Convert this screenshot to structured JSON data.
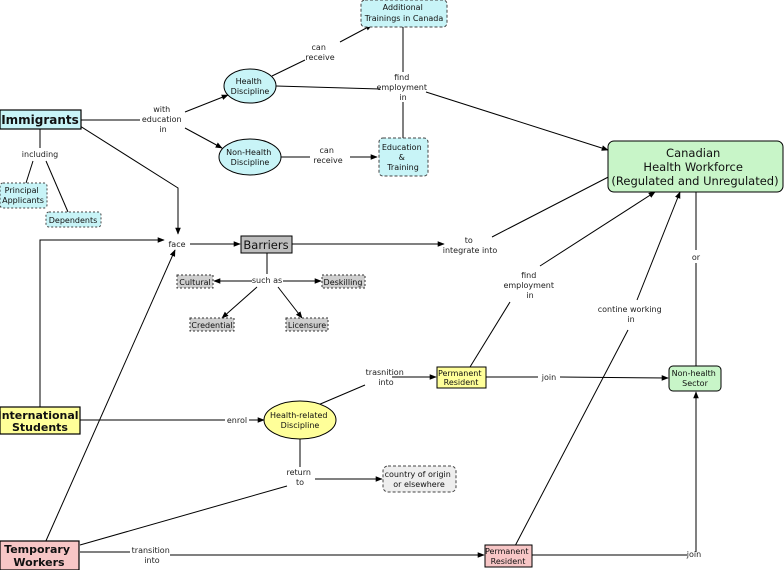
{
  "colors": {
    "cyan": "#c8f4f7",
    "green": "#c8f5c8",
    "yellow": "#ffff99",
    "pink": "#f7c6c6",
    "gray": "#bdbdbd",
    "lightgray": "#eeeeee"
  },
  "nodes": {
    "immigrants": "Immigrants",
    "including": "including",
    "principal_applicants": [
      "Principal",
      "Applicants"
    ],
    "dependents": "Dependents",
    "health_discipline": [
      "Health",
      "Discipline"
    ],
    "non_health_discipline": [
      "Non-Health",
      "Discipline"
    ],
    "additional_trainings": [
      "Additional",
      "Trainings in Canada"
    ],
    "education_training": [
      "Education",
      "&",
      "Training"
    ],
    "canadian_workforce": [
      "Canadian",
      "Health Workforce",
      "(Regulated and Unregulated)"
    ],
    "barriers": "Barriers",
    "cultural": "Cultural",
    "deskilling": "Deskilling",
    "credential": "Credential",
    "licensure": "Licensure",
    "international_students": [
      "International",
      "Students"
    ],
    "health_related_discipline": [
      "Health-related",
      "Discipline"
    ],
    "permanent_resident_top": [
      "Permanent",
      "Resident"
    ],
    "non_health_sector": [
      "Non-health",
      "Sector"
    ],
    "country_of_origin": [
      "country of origin",
      "or elsewhere"
    ],
    "temporary_workers": [
      "Temporary",
      "Workers"
    ],
    "permanent_resident_bottom": [
      "Permanent",
      "Resident"
    ]
  },
  "edge_labels": {
    "with_education_in": [
      "with",
      "education",
      "in"
    ],
    "can_receive_1": [
      "can",
      "receive"
    ],
    "can_receive_2": [
      "can",
      "receive"
    ],
    "find_employment_in_1": [
      "find",
      "employment",
      "in"
    ],
    "face": "face",
    "such_as": "such as",
    "to_integrate_into": [
      "to",
      "integrate into"
    ],
    "find_employment_in_2": [
      "find",
      "employment",
      "in"
    ],
    "contine_working_in": [
      "contine working",
      "in"
    ],
    "or": "or",
    "trasnition_into": [
      "trasnition",
      "into"
    ],
    "join_1": "join",
    "enrol": "enrol",
    "return_to": [
      "return",
      "to"
    ],
    "transition_into": [
      "transition",
      "into"
    ],
    "join_2": "join"
  }
}
